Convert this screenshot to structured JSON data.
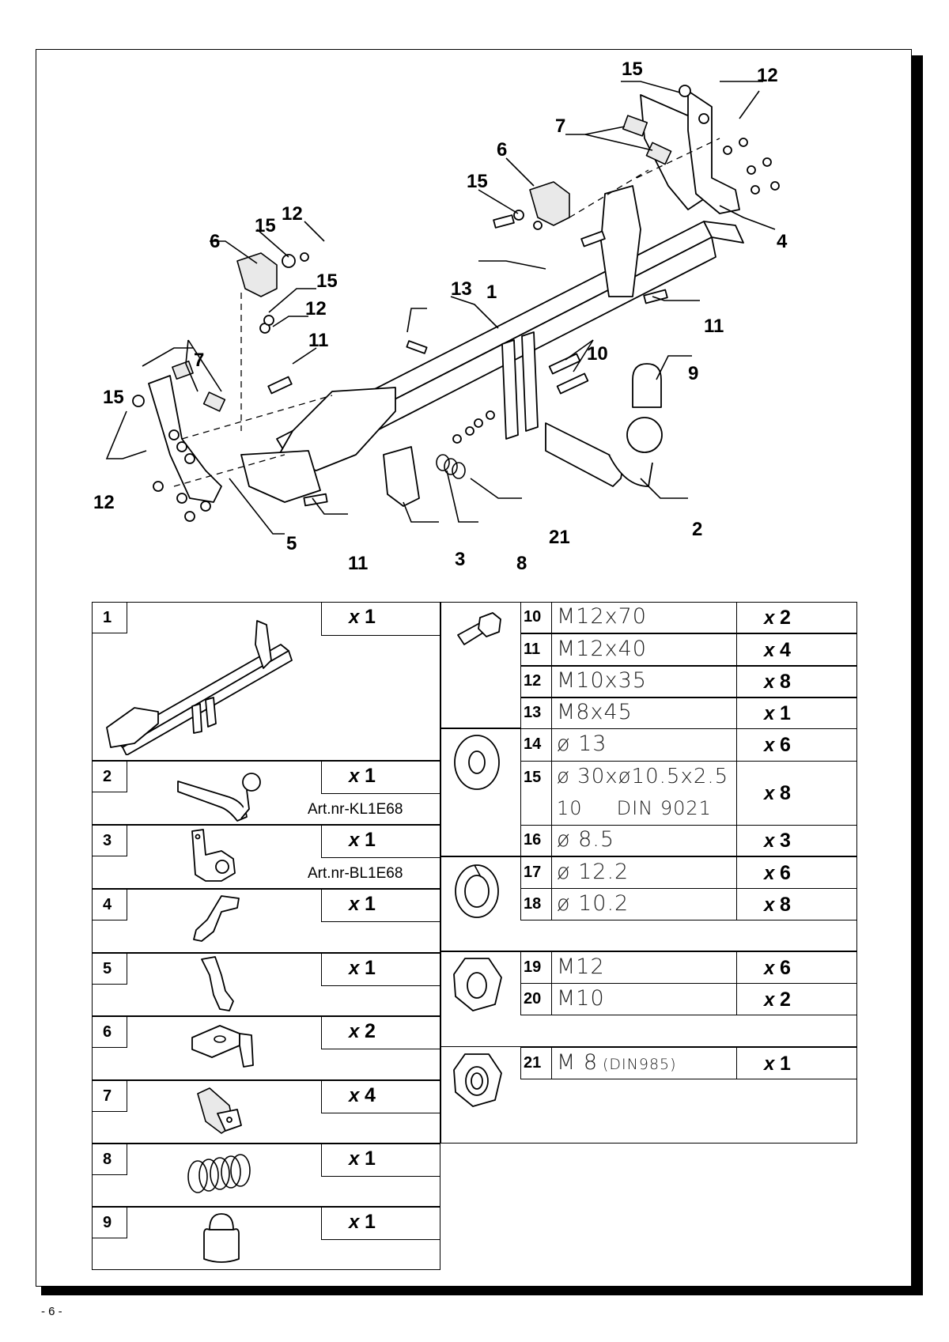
{
  "diagram": {
    "callouts": [
      "15",
      "12",
      "7",
      "6",
      "15",
      "6",
      "12",
      "15",
      "15",
      "12",
      "13",
      "1",
      "11",
      "11",
      "4",
      "10",
      "9",
      "7",
      "15",
      "12",
      "5",
      "11",
      "3",
      "8",
      "21",
      "2"
    ]
  },
  "parts_left": [
    {
      "num": "1",
      "qty": "1",
      "art": ""
    },
    {
      "num": "2",
      "qty": "1",
      "art": "Art.nr-KL1E68"
    },
    {
      "num": "3",
      "qty": "1",
      "art": "Art.nr-BL1E68"
    },
    {
      "num": "4",
      "qty": "1",
      "art": ""
    },
    {
      "num": "5",
      "qty": "1",
      "art": ""
    },
    {
      "num": "6",
      "qty": "2",
      "art": ""
    },
    {
      "num": "7",
      "qty": "4",
      "art": ""
    },
    {
      "num": "8",
      "qty": "1",
      "art": ""
    },
    {
      "num": "9",
      "qty": "1",
      "art": ""
    }
  ],
  "parts_right": [
    {
      "num": "10",
      "spec": "M12x70",
      "qty": "2"
    },
    {
      "num": "11",
      "spec": "M12x40",
      "qty": "4"
    },
    {
      "num": "12",
      "spec": "M10x35",
      "qty": "8"
    },
    {
      "num": "13",
      "spec": "M8x45",
      "qty": "1"
    },
    {
      "num": "14",
      "spec": "ø 13",
      "qty": "6"
    },
    {
      "num": "15",
      "spec": "ø 30xø10.5x2.5",
      "spec2": "10     DIN 9021",
      "qty": "8"
    },
    {
      "num": "16",
      "spec": "ø 8.5",
      "qty": "3"
    },
    {
      "num": "17",
      "spec": "ø 12.2",
      "qty": "6"
    },
    {
      "num": "18",
      "spec": "ø 10.2",
      "qty": "8"
    },
    {
      "num": "19",
      "spec": "M12",
      "qty": "6"
    },
    {
      "num": "20",
      "spec": "M10",
      "qty": "2"
    },
    {
      "num": "21",
      "spec": "M 8",
      "spec_note": "(DIN985)",
      "qty": "1"
    }
  ],
  "qty_prefix": "x",
  "page_number": "- 6 -"
}
